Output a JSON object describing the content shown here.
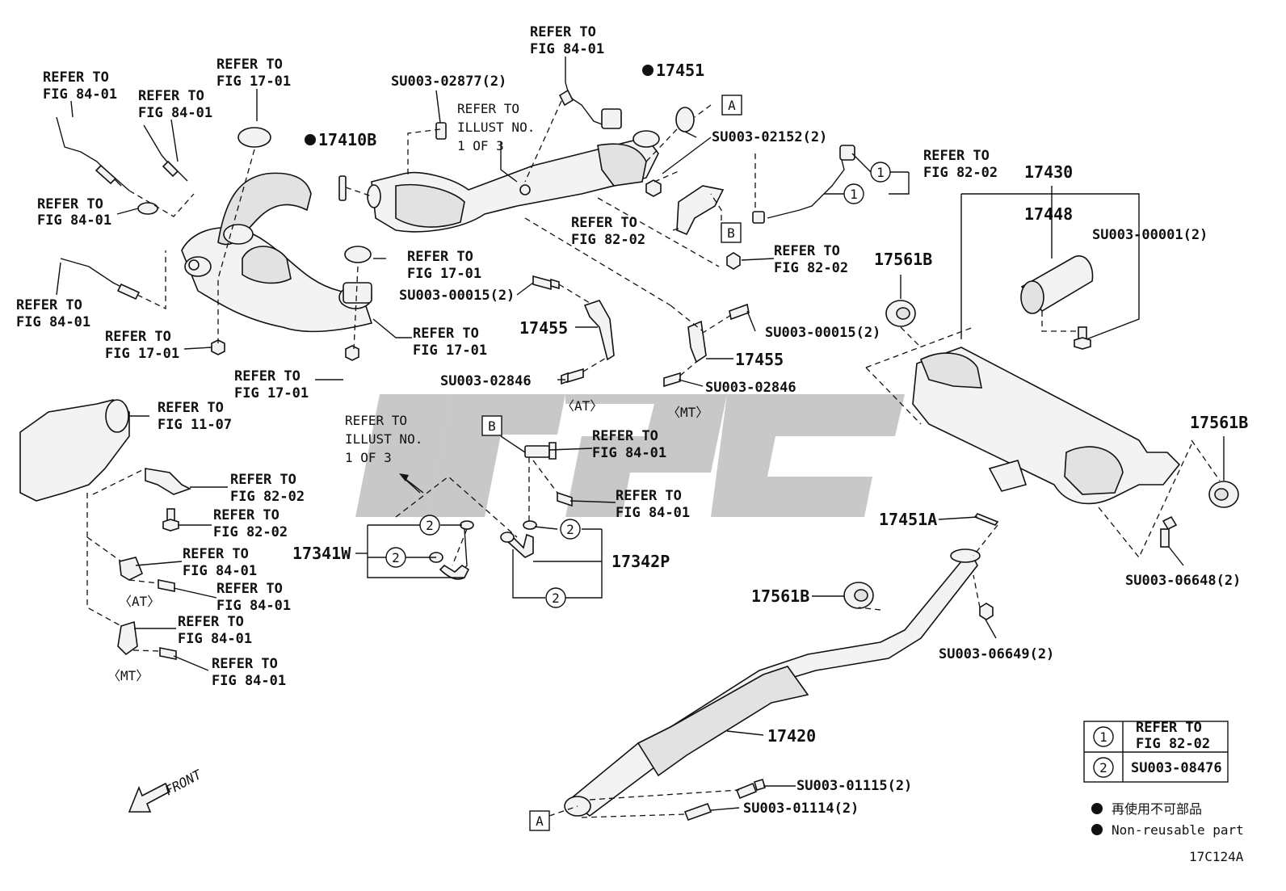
{
  "diagram": {
    "code": "17C124A",
    "front_label": "FRONT",
    "parts": {
      "p17410B": "17410B",
      "p17451": "17451",
      "p17430": "17430",
      "p17448": "17448",
      "p17561B_a": "17561B",
      "p17561B_b": "17561B",
      "p17561B_c": "17561B",
      "p17455_a": "17455",
      "p17455_b": "17455",
      "p17451A": "17451A",
      "p17341W": "17341W",
      "p17342P": "17342P",
      "p17420": "17420"
    },
    "fasteners": {
      "f02877": "SU003-02877(2)",
      "f02152": "SU003-02152(2)",
      "f00001": "SU003-00001(2)",
      "f00015a": "SU003-00015(2)",
      "f00015b": "SU003-00015(2)",
      "f02846a": "SU003-02846",
      "f02846b": "SU003-02846",
      "f06648": "SU003-06648(2)",
      "f06649": "SU003-06649(2)",
      "f01115": "SU003-01115(2)",
      "f01114": "SU003-01114(2)"
    },
    "refs": {
      "r1a": "REFER TO",
      "r1b": "FIG 84-01",
      "r2a": "REFER TO",
      "r2b": "FIG 84-01",
      "r3a": "REFER TO",
      "r3b": "FIG 17-01",
      "r4a": "REFER TO",
      "r4b": "FIG 84-01",
      "r5a": "REFER TO",
      "r5b": "FIG 84-01",
      "r6a": "REFER TO",
      "r6b": "FIG 84-01",
      "r7a": "REFER TO",
      "r7b": "FIG 17-01",
      "r8a": "REFER TO",
      "r8b": "FIG 17-01",
      "r9a": "REFER TO",
      "r9b": "FIG 17-01",
      "r10a": "REFER TO",
      "r10b": "FIG 17-01",
      "r11a": "REFER TO",
      "r11b": "FIG 82-02",
      "r12a": "REFER TO",
      "r12b": "FIG 82-02",
      "r13a": "REFER TO",
      "r13b": "FIG 82-02",
      "r14a": "REFER TO",
      "r14b": "FIG 11-07",
      "r15a": "REFER TO",
      "r15b": "FIG 82-02",
      "r16a": "REFER TO",
      "r16b": "FIG 82-02",
      "r17a": "REFER TO",
      "r17b": "FIG 84-01",
      "r18a": "REFER TO",
      "r18b": "FIG 84-01",
      "r19a": "REFER TO",
      "r19b": "FIG 84-01",
      "r20a": "REFER TO",
      "r20b": "FIG 84-01",
      "r21a": "REFER TO",
      "r21b": "FIG 84-01",
      "r22a": "REFER TO",
      "r22b": "FIG 84-01"
    },
    "illust_refs": {
      "i1a": "REFER TO",
      "i1b": "ILLUST NO.",
      "i1c": "1 OF 3",
      "i2a": "REFER TO",
      "i2b": "ILLUST NO.",
      "i2c": "1 OF 3"
    },
    "variants": {
      "at1": "〈AT〉",
      "mt1": "〈MT〉",
      "at2": "〈AT〉",
      "mt2": "〈MT〉"
    },
    "callouts": {
      "c1": "1",
      "c1b": "1",
      "c2a": "2",
      "c2b": "2",
      "c2c": "2",
      "c2d": "2"
    },
    "key_letters": {
      "A1": "A",
      "A2": "A",
      "B1": "B",
      "B2": "B"
    },
    "legend": {
      "n1": "1",
      "t1a": "REFER TO",
      "t1b": "FIG 82-02",
      "n2": "2",
      "t2": "SU003-08476",
      "jp": "再使用不可部品",
      "en": "Non-reusable part"
    },
    "colors": {
      "ink": "#111111",
      "watermark": "#9a9a9a",
      "background": "#ffffff"
    }
  }
}
